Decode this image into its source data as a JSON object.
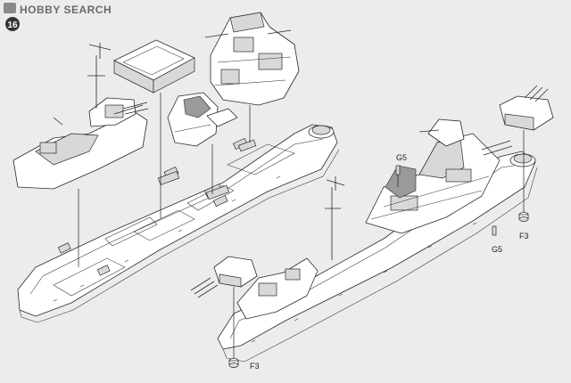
{
  "watermark": {
    "text": "HOBBY SEARCH"
  },
  "step": {
    "number": "16"
  },
  "part_labels": {
    "g5_upper": "G5",
    "g5_lower": "G5",
    "f3_right": "F3",
    "f3_bottom": "F3"
  },
  "colors": {
    "paper": "#ececec",
    "ink": "#2a2a2a",
    "step_badge": "#333333",
    "watermark": "#6a6a6a"
  }
}
